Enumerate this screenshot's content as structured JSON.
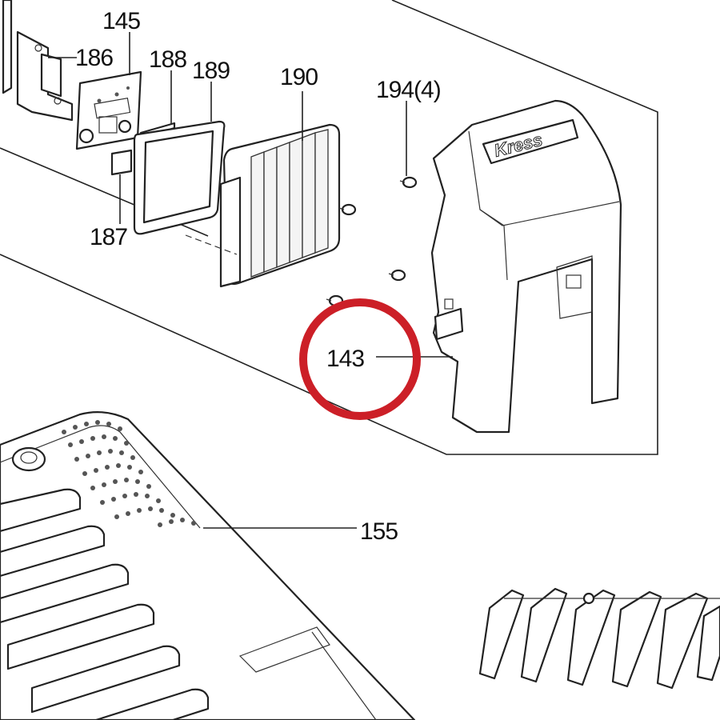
{
  "diagram": {
    "callouts": {
      "p145": "145",
      "p186": "186",
      "p188": "188",
      "p189": "189",
      "p190": "190",
      "p194": "194(4)",
      "p187": "187",
      "p143": "143",
      "p155": "155"
    },
    "brand_text": "Kress",
    "colors": {
      "highlight_circle": "#cc1f27",
      "line": "#222222"
    },
    "highlighted_part": "143"
  }
}
